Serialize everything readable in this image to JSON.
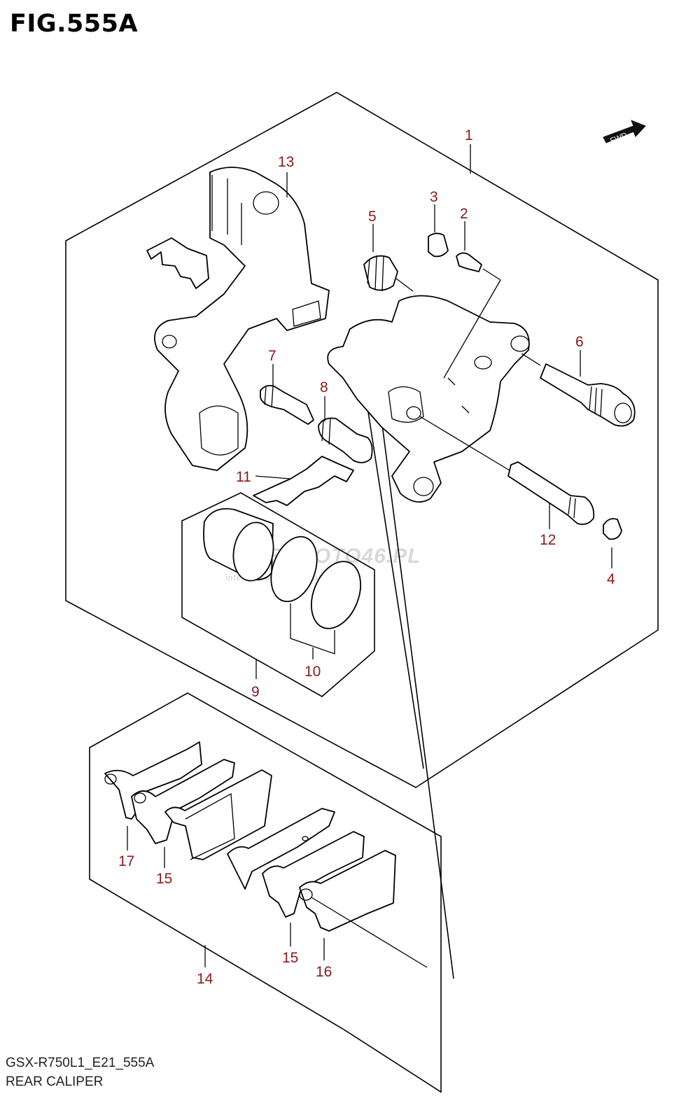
{
  "figure": {
    "title": "FIG.555A",
    "model_code": "GSX-R750L1_E21_555A",
    "part_name": "REAR CALIPER",
    "fwd_label": "FWD"
  },
  "watermark": {
    "main": "SKLEPMOTO46.PL",
    "sub": "internetowy sklep motocyklowy"
  },
  "callouts": [
    "1",
    "2",
    "3",
    "4",
    "5",
    "6",
    "7",
    "8",
    "9",
    "10",
    "11",
    "12",
    "13",
    "14",
    "15",
    "15",
    "16",
    "17"
  ]
}
